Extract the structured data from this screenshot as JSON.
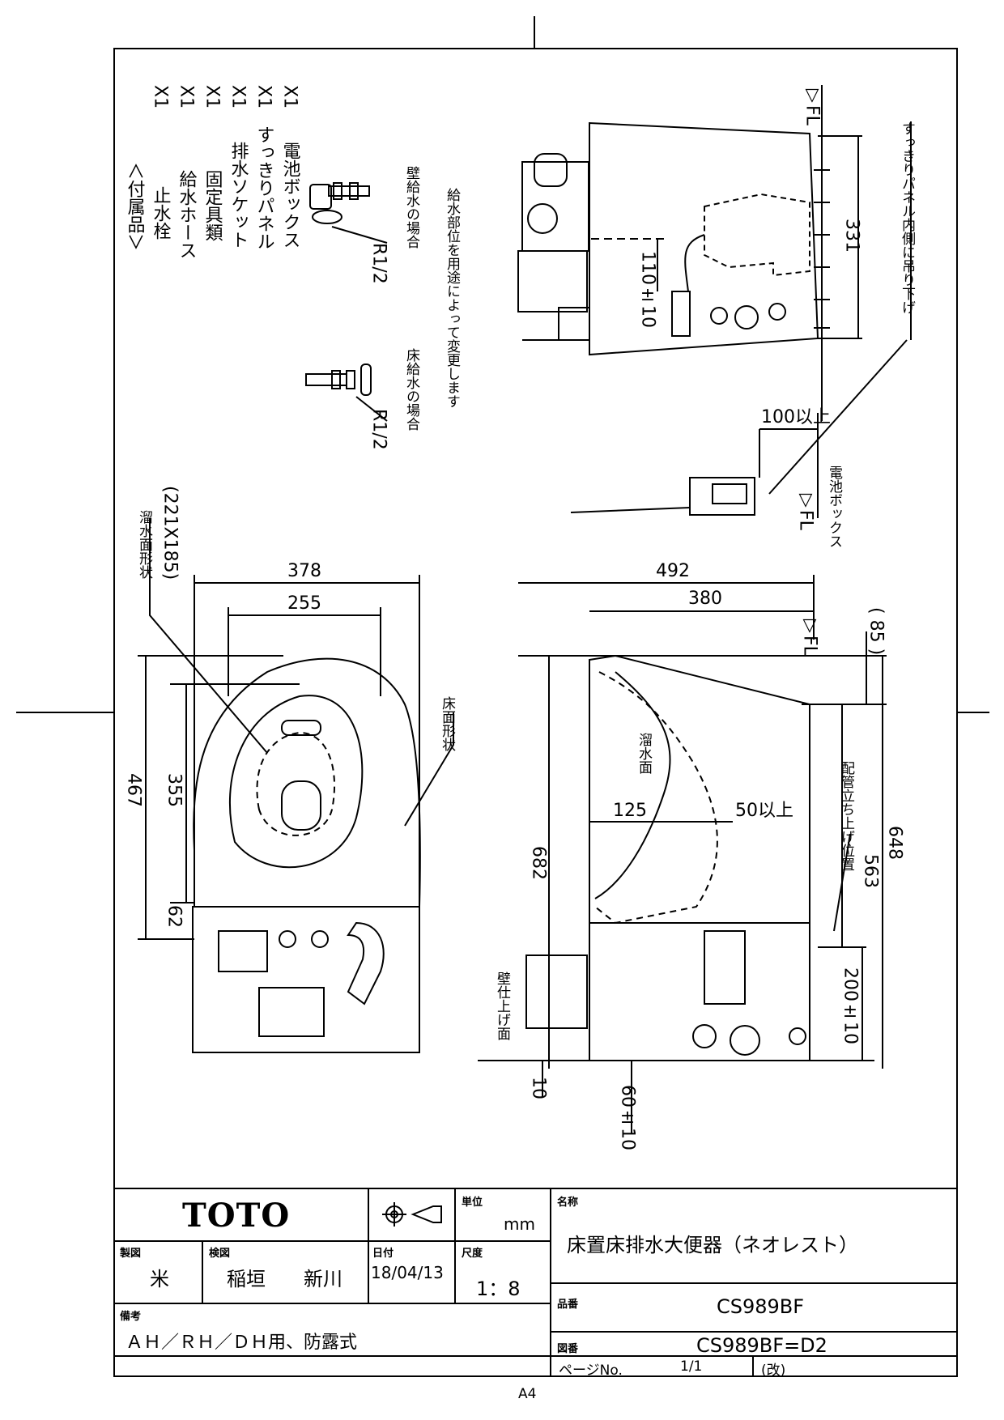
{
  "accessories": {
    "header": "＜付属品＞",
    "items": [
      {
        "name": "止水栓",
        "qty": "X1"
      },
      {
        "name": "給水ホース",
        "qty": "X1"
      },
      {
        "name": "固定具類",
        "qty": "X1"
      },
      {
        "name": "排水ソケット",
        "qty": "X1"
      },
      {
        "name": "すっきりパネル",
        "qty": "X1"
      },
      {
        "name": "電池ボックス",
        "qty": "X1"
      }
    ]
  },
  "notes": {
    "wall_supply": "壁給水の場合",
    "floor_supply": "床給水の場合",
    "pipe_r1": "R1/2",
    "pipe_r2": "R1/2",
    "supply_note": "給水部位を用途によって変更します",
    "panel_note": "すっきりパネル内側に吊り下げ",
    "battery_box": "電池ボックス",
    "water_surface_shape": "溜水面形状",
    "water_surface_dims": "(221X185)",
    "floor_shape": "床面形状",
    "water_surface": "溜水面",
    "pipe_position": "配管立ち上げ位置",
    "wall_finish": "壁仕上げ面",
    "fl": "▽FL"
  },
  "dimensions": {
    "top_331": "331",
    "top_110": "110±10",
    "top_100": "100以上",
    "plan_378": "378",
    "plan_255": "255",
    "plan_467": "467",
    "plan_355": "355",
    "plan_62": "62",
    "side_492": "492",
    "side_380": "380",
    "side_85": "( 85 )",
    "side_125": "125",
    "side_50": "50以上",
    "side_682": "682",
    "side_563": "563",
    "side_648": "648",
    "side_200": "200±10",
    "side_10": "10",
    "side_60": "60±10"
  },
  "title_block": {
    "logo": "TOTO",
    "unit_label": "単位",
    "unit": "mm",
    "name_label": "名称",
    "product_name": "床置床排水大便器（ネオレスト）",
    "drafter_label": "製図",
    "drafter": "米",
    "checker_label": "検図",
    "checker_1": "稲垣",
    "checker_2": "新川",
    "date_label": "日付",
    "date": "18/04/13",
    "scale_label": "尺度",
    "scale": "1：8",
    "part_label": "品番",
    "part_no": "CS989BF",
    "remarks_label": "備考",
    "remarks": "ＡＨ／ＲＨ／ＤＨ用、防露式",
    "drawing_label": "図番",
    "drawing_no": "CS989BF=D2",
    "paper": "A4",
    "page_label": "ページNo.",
    "page": "1/1",
    "revision": "(改)"
  }
}
